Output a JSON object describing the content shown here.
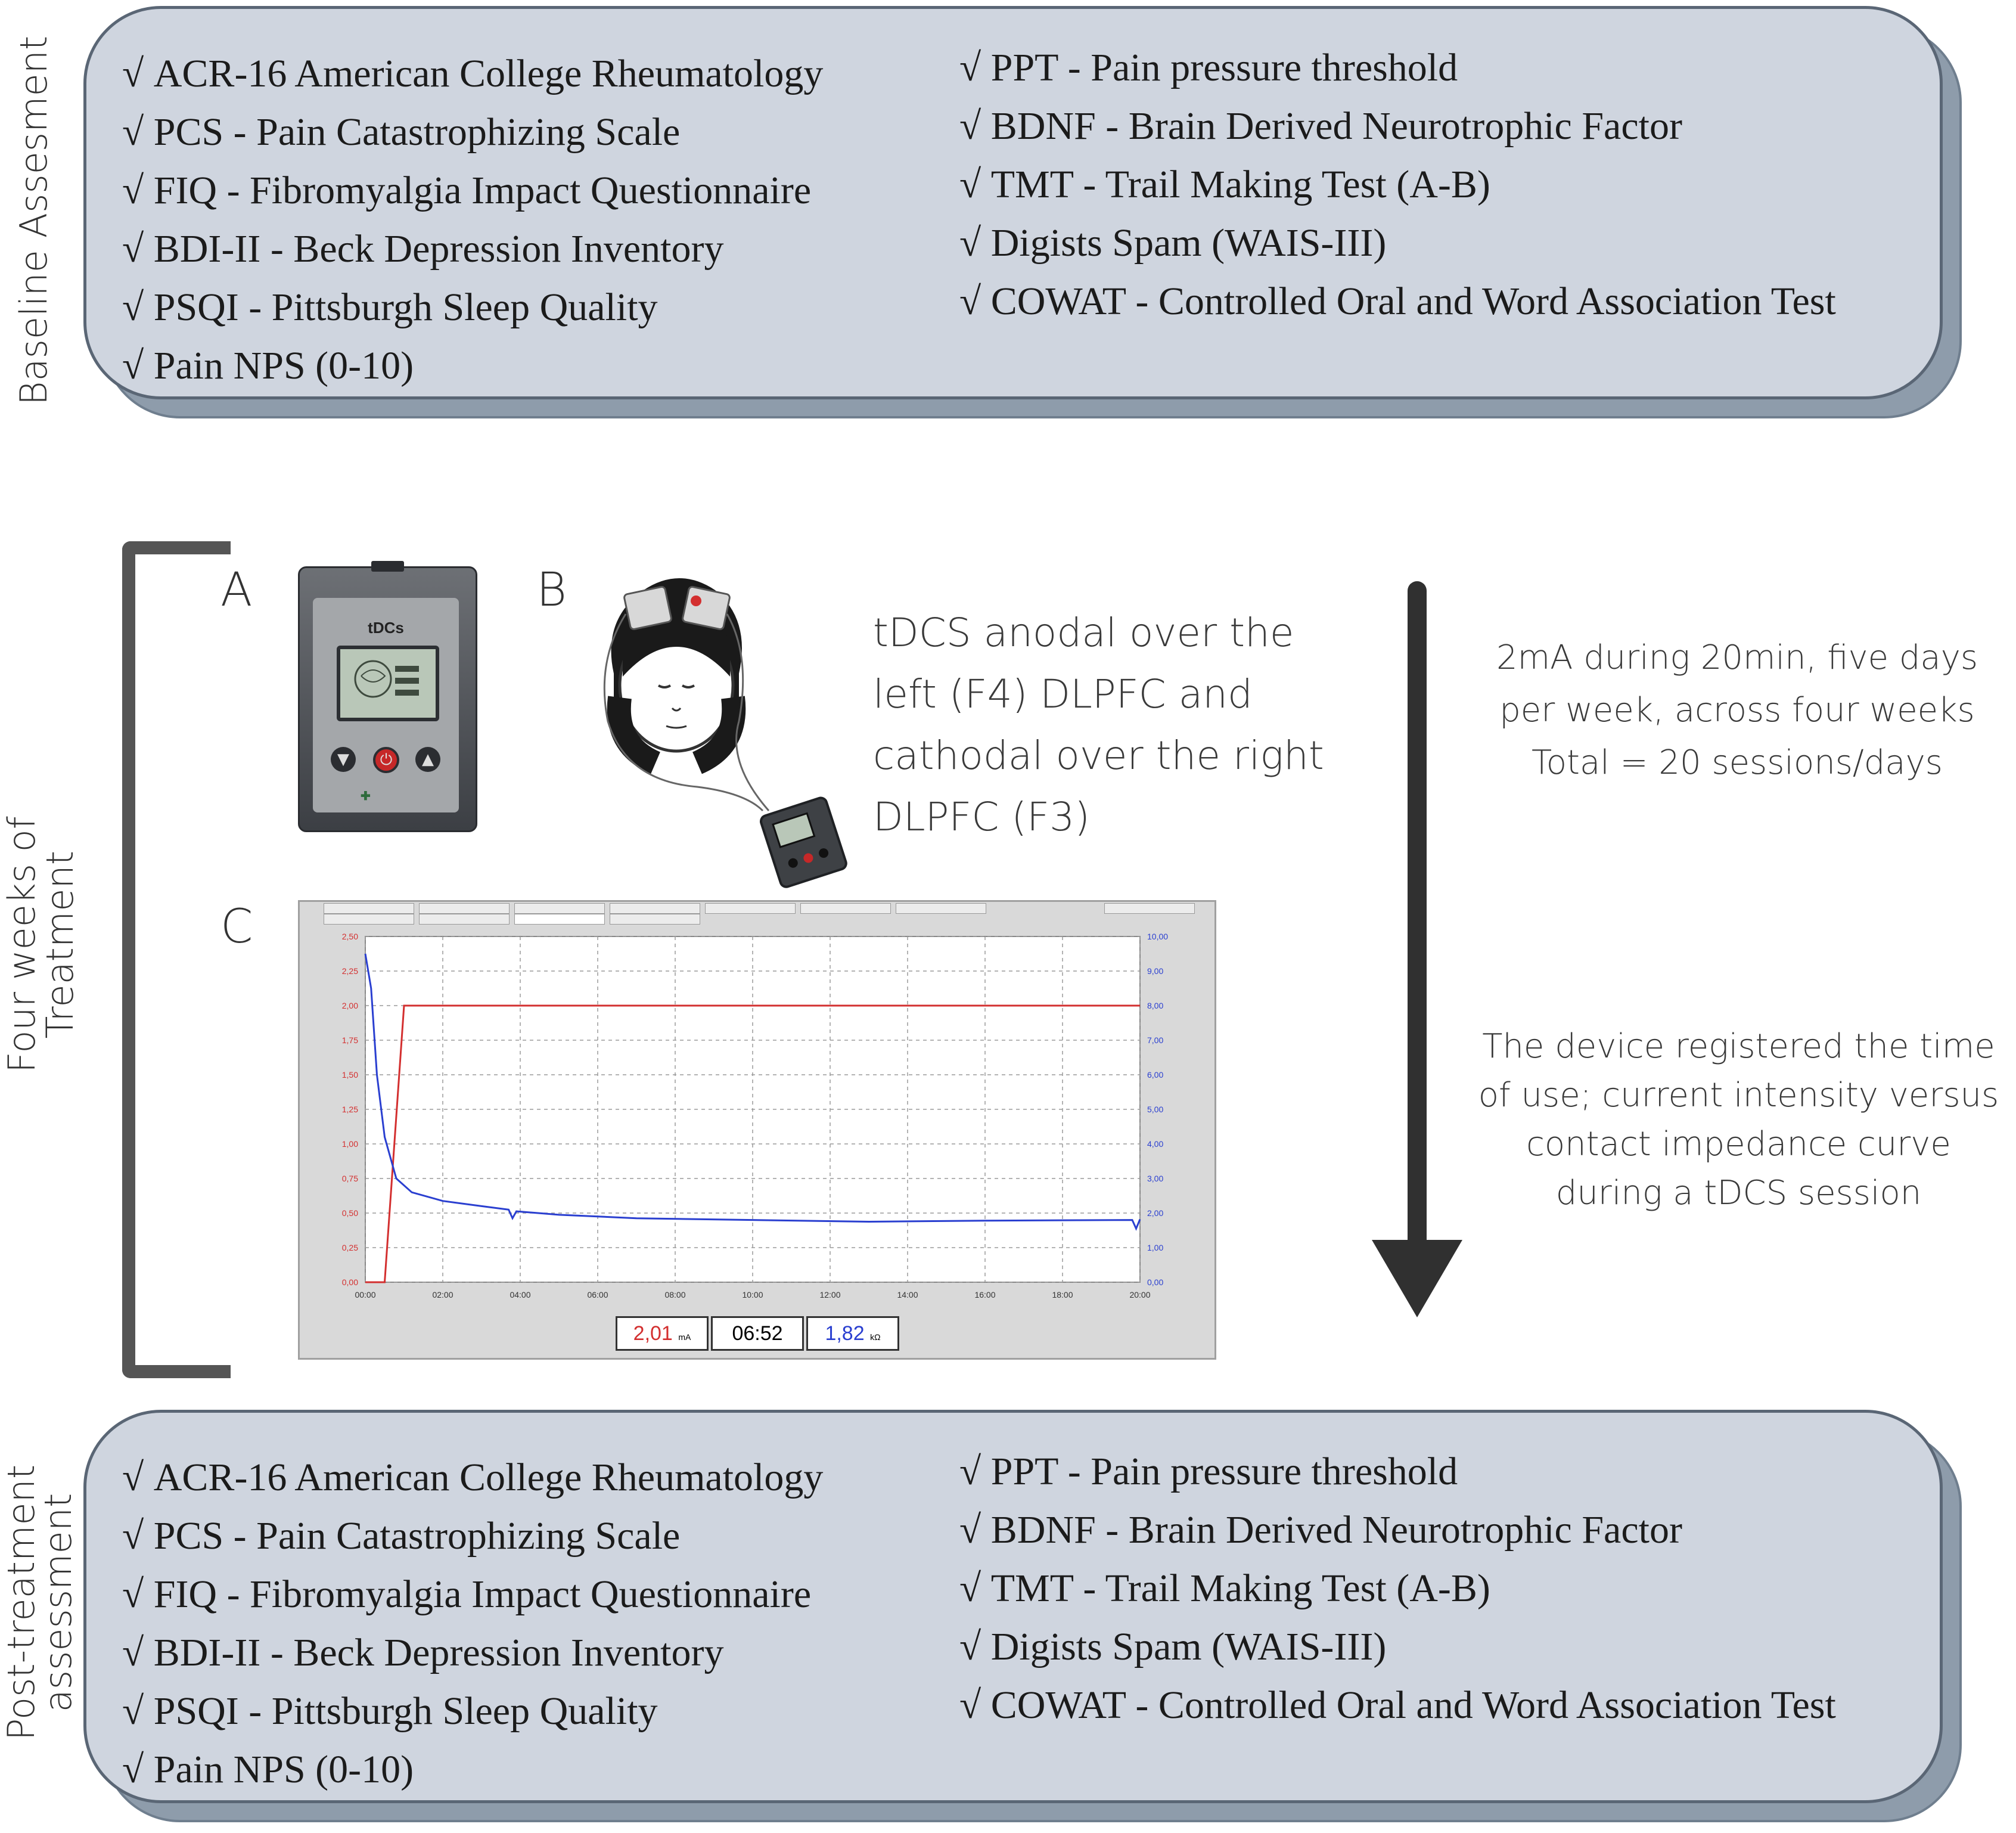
{
  "baseline": {
    "side_label": "Baseline Assesment",
    "left_items": [
      "ACR-16 American College Rheumatology",
      "PCS - Pain Catastrophizing Scale",
      "FIQ - Fibromyalgia Impact Questionnaire",
      "BDI-II - Beck Depression Inventory",
      "PSQI - Pittsburgh Sleep Quality",
      "Pain NPS (0-10)"
    ],
    "right_items": [
      "PPT - Pain pressure threshold",
      "BDNF - Brain Derived Neurotrophic Factor",
      "TMT - Trail Making Test (A-B)",
      "Digists Spam (WAIS-III)",
      "COWAT - Controlled Oral and Word Association Test"
    ]
  },
  "treatment": {
    "side_label_line1": "Four weeks of",
    "side_label_line2": "Treatment",
    "letter_a": "A",
    "letter_b": "B",
    "letter_c": "C",
    "device_label": "tDCs",
    "montage_lines": [
      "tDCS anodal over the",
      "left (F4) DLPFC and",
      "cathodal over the right",
      "DLPFC (F3)"
    ],
    "dose_lines": [
      "2mA during 20min, five days",
      "per week, across four weeks",
      "Total = 20 sessions/days"
    ],
    "device_note_lines": [
      "The device registered the time",
      "of use; current intensity versus",
      "contact impedance curve",
      "during a tDCS session"
    ],
    "readout_current": "2,01",
    "readout_current_unit": "mA",
    "readout_time": "06:52",
    "readout_impedance": "1,82",
    "readout_impedance_unit": "kΩ",
    "colors": {
      "current": "#d32f2f",
      "impedance": "#2a3fd0",
      "arrow": "#303030"
    }
  },
  "post": {
    "side_label_line1": "Post-treatment",
    "side_label_line2": "assessment",
    "left_items": [
      "ACR-16 American College Rheumatology",
      "PCS - Pain Catastrophizing Scale",
      "FIQ - Fibromyalgia Impact Questionnaire",
      "BDI-II - Beck Depression Inventory",
      "PSQI - Pittsburgh Sleep Quality",
      "Pain NPS (0-10)"
    ],
    "right_items": [
      "PPT - Pain pressure threshold",
      "BDNF - Brain Derived Neurotrophic Factor",
      "TMT - Trail Making Test (A-B)",
      "Digists Spam (WAIS-III)",
      "COWAT - Controlled Oral and Word Association Test"
    ]
  },
  "chart_data": {
    "type": "line",
    "x_ticks": [
      "00:00",
      "02:00",
      "04:00",
      "06:00",
      "08:00",
      "10:00",
      "12:00",
      "14:00",
      "16:00",
      "18:00",
      "20:00"
    ],
    "xlim": [
      0,
      20
    ],
    "y_left_ticks": [
      "0,00",
      "0,25",
      "0,50",
      "0,75",
      "1,00",
      "1,25",
      "1,50",
      "1,75",
      "2,00",
      "2,25",
      "2,50"
    ],
    "ylim_left": [
      0,
      2.5
    ],
    "y_right_ticks": [
      "0,00",
      "1,00",
      "2,00",
      "3,00",
      "4,00",
      "5,00",
      "6,00",
      "7,00",
      "8,00",
      "9,00",
      "10,00"
    ],
    "ylim_right": [
      0,
      10
    ],
    "grid": true,
    "series": [
      {
        "axis": "left",
        "color": "#d32f2f",
        "x": [
          0,
          0.5,
          1.0,
          20.0
        ],
        "y": [
          0,
          0,
          2.0,
          2.0
        ]
      },
      {
        "axis": "right",
        "color": "#2a3fd0",
        "x": [
          0,
          0.15,
          0.3,
          0.5,
          0.8,
          1.2,
          2.0,
          3.0,
          3.7,
          3.8,
          3.9,
          5.0,
          7.0,
          10.0,
          13.0,
          16.0,
          19.8,
          19.9,
          20.0
        ],
        "y": [
          9.5,
          8.5,
          6.0,
          4.2,
          3.0,
          2.6,
          2.35,
          2.2,
          2.1,
          1.85,
          2.05,
          1.95,
          1.85,
          1.8,
          1.75,
          1.78,
          1.8,
          1.55,
          1.82
        ]
      }
    ]
  }
}
